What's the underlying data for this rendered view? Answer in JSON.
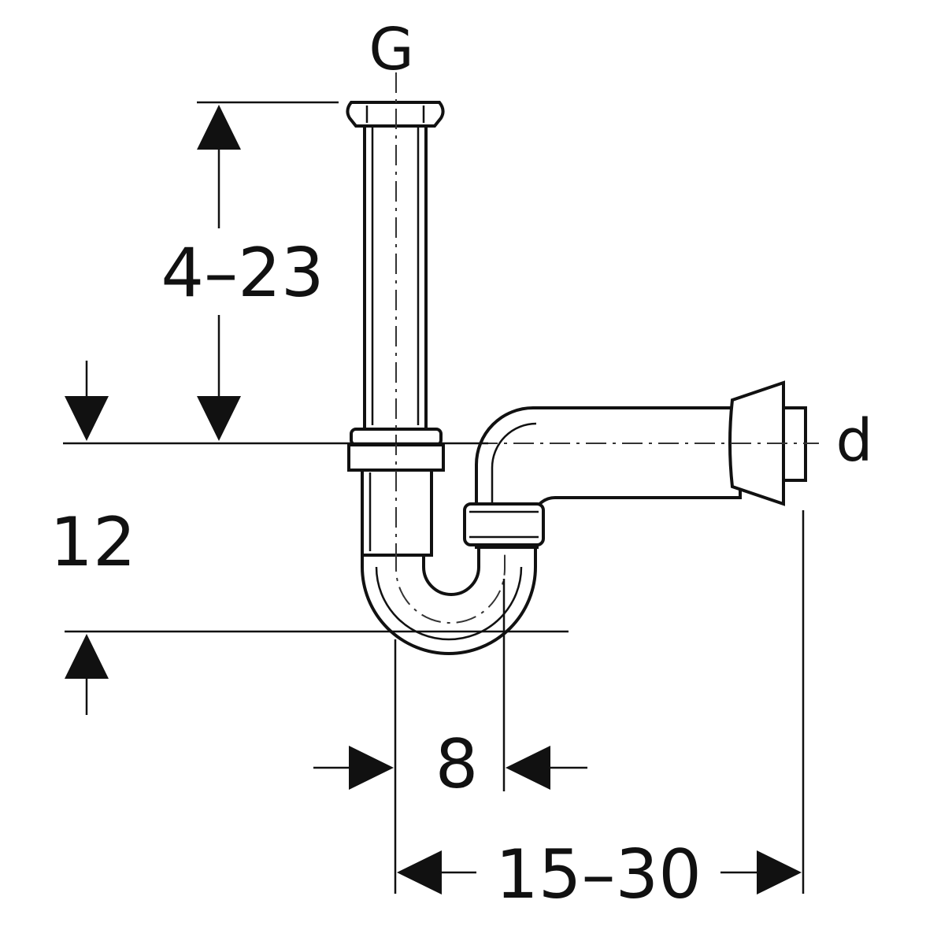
{
  "labels": {
    "inlet": "G",
    "outlet": "d",
    "tailpiece_height": "4–23",
    "trap_depth": "12",
    "trap_width": "8",
    "wall_distance": "15–30"
  },
  "colors": {
    "line": "#111111",
    "background": "#ffffff"
  }
}
